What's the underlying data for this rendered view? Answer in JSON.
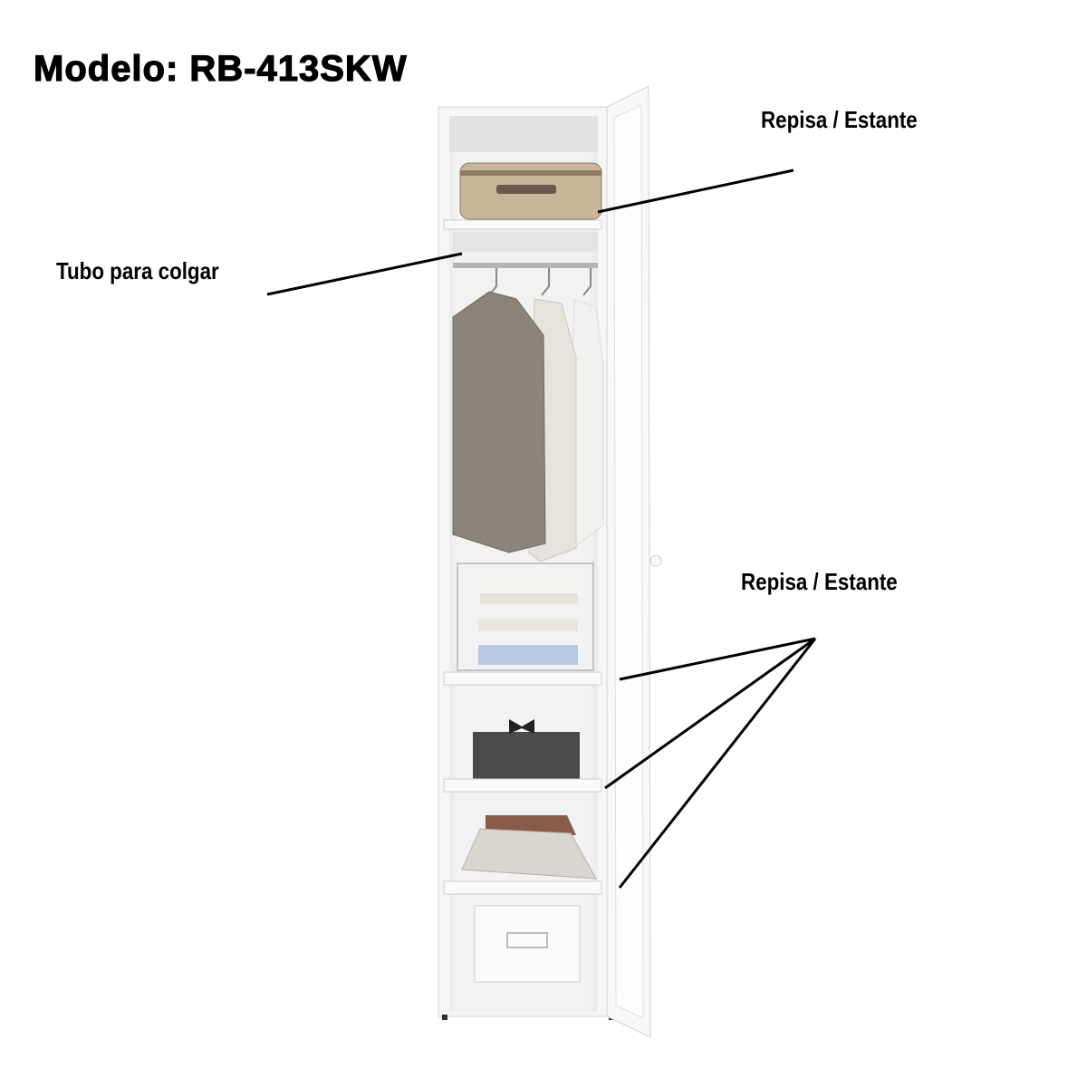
{
  "title": "Modelo: RB-413SKW",
  "labels": {
    "top_shelf": "Repisa / Estante",
    "hanging_rod": "Tubo para colgar",
    "lower_shelves": "Repisa / Estante"
  },
  "colors": {
    "cabinet": "#f4f4f4",
    "cabinet_edge": "#d8d8d8",
    "leader_line": "#000000"
  }
}
